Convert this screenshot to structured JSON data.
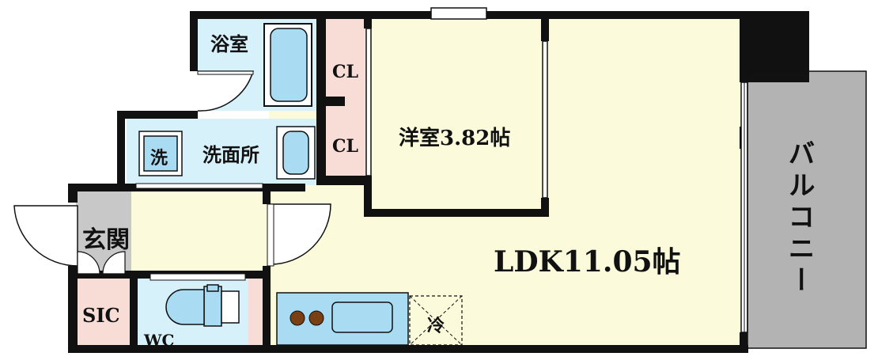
{
  "rooms": {
    "bath": "浴室",
    "closet_upper": "CL",
    "closet_lower": "CL",
    "washroom": "洗面所",
    "washer": "洗",
    "western_room": "洋室3.82帖",
    "entrance": "玄関",
    "ldk": "LDK11.05帖",
    "balcony": "バルコニー",
    "sic": "SIC",
    "wc": "WC",
    "fridge": "冷"
  },
  "colors": {
    "wall": "#111111",
    "floor_yellow": "#fbfbdc",
    "wet_blue": "#d7f1fa",
    "closet_pink": "#f8ddd6",
    "entrance_gray": "#c8c8c8",
    "balcony_gray": "#b3b3b3",
    "fixture_blue": "#a9dcf2",
    "burner_brown": "#7a3f12"
  }
}
